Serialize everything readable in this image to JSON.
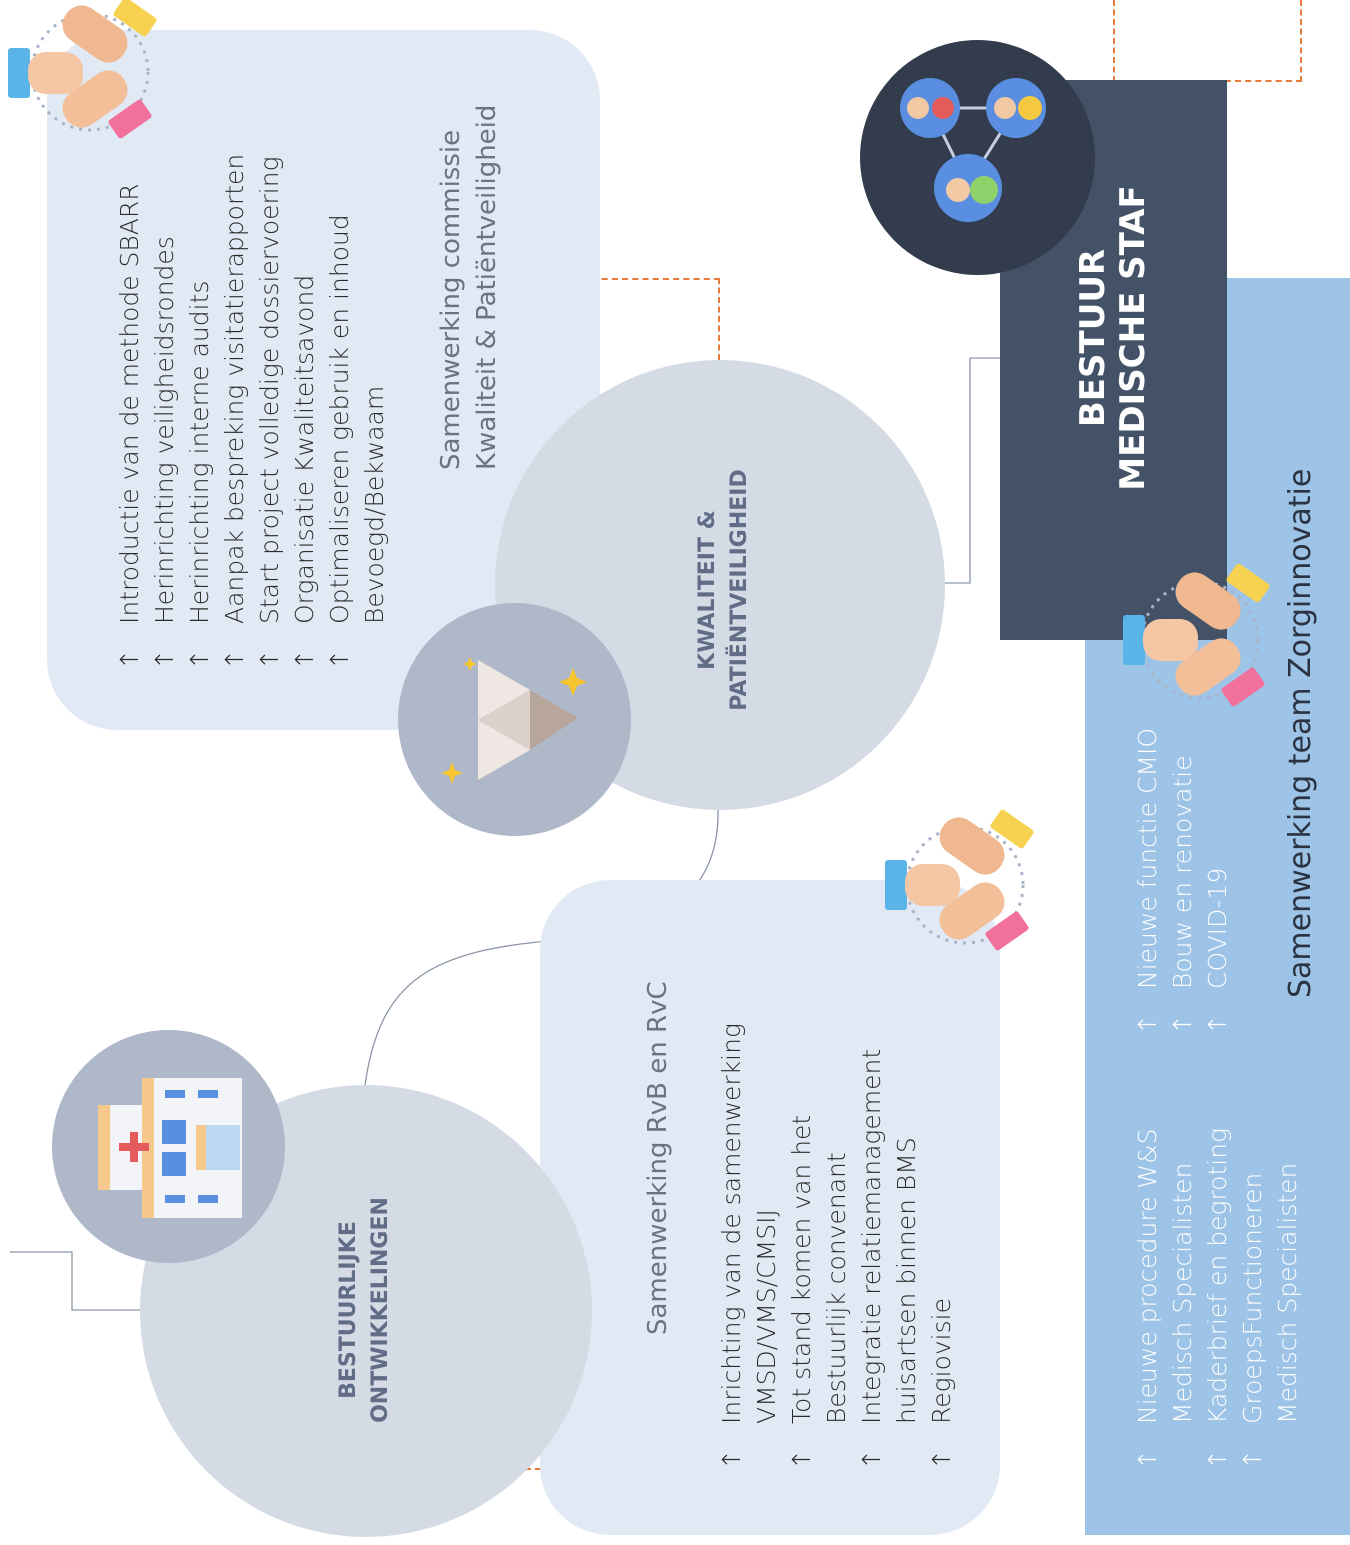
{
  "governance": {
    "title_line1": "BESTUUR",
    "title_line2": "MEDISCHE STAF",
    "icon": "network-people-icon",
    "colors": {
      "box": "#435267",
      "circle": "#323c4c"
    }
  },
  "quality": {
    "heading_line1": "KWALITEIT &",
    "heading_line2": "PATIËNTVEILIGHEID",
    "icon": "diamond-icon",
    "collab_line1": "Samenwerking commissie",
    "collab_line2": "Kwaliteit & Patiëntveiligheid",
    "items": [
      "Introductie van de methode SBARR",
      "Herinrichting veiligheidsrondes",
      "Herinrichting interne audits",
      "Aanpak bespreking visitatierapporten",
      "Start project volledige dossiervoering",
      "Organisatie Kwaliteitsavond",
      "Optimaliseren gebruik en inhoud",
      "Bevoegd/Bekwaam"
    ]
  },
  "board": {
    "heading_line1": "BESTUURLIJKE",
    "heading_line2": "ONTWIKKELINGEN",
    "icon": "hospital-icon",
    "collab": "Samenwerking RvB en RvC",
    "items": [
      "Inrichting van de samenwerking",
      "VMSD/VMS/CMSIJ",
      "Tot stand komen van het",
      "Bestuurlijk convenant",
      "Integratie relatiemanagement",
      "huisartsen binnen BMS",
      "Regiovisie"
    ]
  },
  "innovation": {
    "collab": "Samenwerking team Zorginnovatie",
    "items_a": [
      "Nieuwe functie CMIO",
      "Bouw en renovatie",
      "COVID-19"
    ],
    "items_b": [
      "Nieuwe procedure W&S",
      "Medisch Specialisten",
      "Kaderbrief en begroting",
      "GroepsFunctioneren",
      "Medisch Specialisten"
    ]
  },
  "arrow_symbol": "↑",
  "colors": {
    "panel": "#e1e9f5",
    "circle_grey": "#d4dbe5",
    "icon_circle": "#aeb8c9",
    "blue_panel": "#9dc3e6",
    "dashed": "#e87a3c"
  }
}
